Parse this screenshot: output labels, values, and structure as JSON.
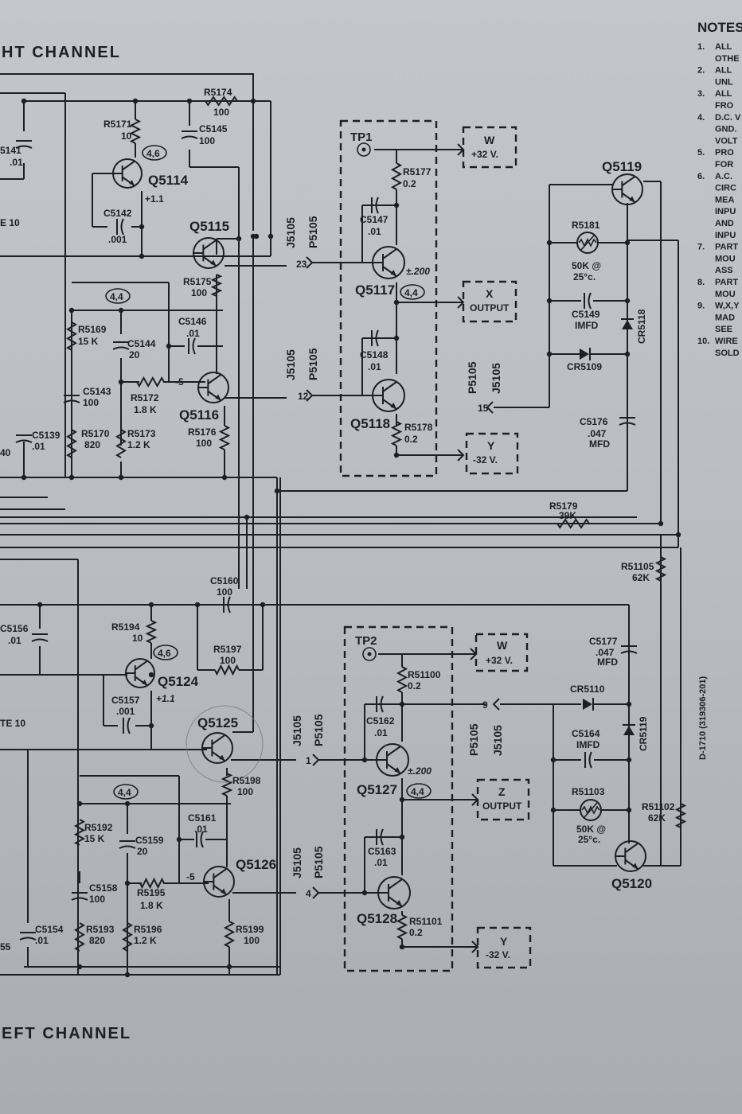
{
  "titles": {
    "right_channel": "HT CHANNEL",
    "left_channel": "EFT CHANNEL",
    "notes_heading": "NOTES"
  },
  "drawing_number": "D-1710 (319306-201)",
  "notes": [
    {
      "n": "1.",
      "t": "ALL"
    },
    {
      "n": "",
      "t": "OTHE"
    },
    {
      "n": "2.",
      "t": "ALL"
    },
    {
      "n": "",
      "t": "UNL"
    },
    {
      "n": "3.",
      "t": "ALL"
    },
    {
      "n": "",
      "t": "FRO"
    },
    {
      "n": "4.",
      "t": "D.C. V"
    },
    {
      "n": "",
      "t": "GND."
    },
    {
      "n": "",
      "t": "VOLT"
    },
    {
      "n": "5.",
      "t": "PRO"
    },
    {
      "n": "",
      "t": "FOR"
    },
    {
      "n": "6.",
      "t": "A.C."
    },
    {
      "n": "",
      "t": "CIRC"
    },
    {
      "n": "",
      "t": "MEA"
    },
    {
      "n": "",
      "t": "INPU"
    },
    {
      "n": "",
      "t": "AND"
    },
    {
      "n": "",
      "t": "INPU"
    },
    {
      "n": "7.",
      "t": "PART"
    },
    {
      "n": "",
      "t": "MOU"
    },
    {
      "n": "",
      "t": "ASS"
    },
    {
      "n": "8.",
      "t": "PART"
    },
    {
      "n": "",
      "t": "MOU"
    },
    {
      "n": "9.",
      "t": "W,X,Y"
    },
    {
      "n": "",
      "t": "MAD"
    },
    {
      "n": "",
      "t": "SEE"
    },
    {
      "n": "10.",
      "t": "WIRE"
    },
    {
      "n": "",
      "t": "SOLD"
    }
  ],
  "right": {
    "r5174": [
      "R5174",
      "100"
    ],
    "r5171": [
      "R5171",
      "10"
    ],
    "c5145": [
      "C5145",
      "100"
    ],
    "c5141": [
      "5141",
      ".01"
    ],
    "note10": "E 10",
    "q5114": "Q5114",
    "q5114_v": "+1.1",
    "q5114_ref": "4,6",
    "c5142": [
      "C5142",
      ".001"
    ],
    "q5115": "Q5115",
    "r5175": [
      "R5175",
      "100"
    ],
    "ref44a": "4,4",
    "r5169": [
      "R5169",
      "15 K"
    ],
    "c5144": [
      "C5144",
      "20"
    ],
    "c5146": [
      "C5146",
      ".01"
    ],
    "v_minus5": "-5",
    "c5143": [
      "C5143",
      "100"
    ],
    "r5172": [
      "R5172",
      "1.8 K"
    ],
    "q5116": "Q5116",
    "c5139": [
      "C5139",
      ".01"
    ],
    "c5139_left": "40",
    "r5170": [
      "R5170",
      "820"
    ],
    "r5173": [
      "R5173",
      "1.2 K"
    ],
    "r5176": [
      "R5176",
      "100"
    ],
    "j23": [
      "J5105",
      "P5105",
      "23"
    ],
    "j12": [
      "J5105",
      "P5105",
      "12"
    ],
    "tp1": "TP1",
    "r5177": [
      "R5177",
      "0.2"
    ],
    "w_out": [
      "W",
      "+32 V."
    ],
    "c5147": [
      "C5147",
      ".01"
    ],
    "q5117": "Q5117",
    "q5117_v": "±.200",
    "q5117_ref": "4,4",
    "x_out": [
      "X",
      "OUTPUT"
    ],
    "c5148": [
      "C5148",
      ".01"
    ],
    "q5118": "Q5118",
    "r5178": [
      "R5178",
      "0.2"
    ],
    "y_out": [
      "Y",
      "-32 V."
    ],
    "p15": [
      "P5105",
      "J5105",
      "15"
    ],
    "q5119": "Q5119",
    "r5181": [
      "R5181",
      "50K @",
      "25°c."
    ],
    "c5149": [
      "C5149",
      "IMFD"
    ],
    "cr5118": "CR5118",
    "cr5109": "CR5109",
    "c5176": [
      "C5176",
      ".047",
      "MFD"
    ],
    "r5179": [
      "R5179",
      "39K"
    ],
    "r51105": [
      "R51105",
      "62K"
    ]
  },
  "left": {
    "c5156": [
      "C5156",
      ".01"
    ],
    "c5160": [
      "C5160",
      "100"
    ],
    "r5194": [
      "R5194",
      "10"
    ],
    "q5124": "Q5124",
    "q5124_v": "+1.1",
    "q5124_ref": "4,6",
    "r5197": [
      "R5197",
      "100"
    ],
    "c5157": [
      "C5157",
      ".001"
    ],
    "note10": "TE 10",
    "q5125": "Q5125",
    "r5198": [
      "R5198",
      "100"
    ],
    "ref44": "4,4",
    "r5192": [
      "R5192",
      "15 K"
    ],
    "c5159": [
      "C5159",
      "20"
    ],
    "c5161": [
      "C5161",
      ".01"
    ],
    "v_minus5": "-5",
    "q5126": "Q5126",
    "c5158": [
      "C5158",
      "100"
    ],
    "r5195": [
      "R5195",
      "1.8 K"
    ],
    "c5154": [
      "C5154",
      ".01"
    ],
    "c5154_left": "55",
    "r5193": [
      "R5193",
      "820"
    ],
    "r5196": [
      "R5196",
      "1.2 K"
    ],
    "r5199": [
      "R5199",
      "100"
    ],
    "j1": [
      "J5105",
      "P5105",
      "1"
    ],
    "j4": [
      "J5105",
      "P5105",
      "4"
    ],
    "tp2": "TP2",
    "r51100": [
      "R51100",
      "0.2"
    ],
    "w_out": [
      "W",
      "+32 V."
    ],
    "c5162": [
      "C5162",
      ".01"
    ],
    "q5127": "Q5127",
    "q5127_v": "±.200",
    "q5127_ref": "4,4",
    "z_out": [
      "Z",
      "OUTPUT"
    ],
    "c5163": [
      "C5163",
      ".01"
    ],
    "q5128": "Q5128",
    "r51101": [
      "R51101",
      "0.2"
    ],
    "y_out": [
      "Y",
      "-32 V."
    ],
    "p9": [
      "P5105",
      "J5105",
      "9"
    ],
    "c5177": [
      "C5177",
      ".047",
      "MFD"
    ],
    "cr5110": "CR5110",
    "c5164": [
      "C5164",
      "IMFD"
    ],
    "cr5119": "CR5119",
    "r51103": [
      "R51103",
      "50K @",
      "25°c."
    ],
    "r51102": [
      "R51102",
      "62K"
    ],
    "q5120": "Q5120"
  }
}
